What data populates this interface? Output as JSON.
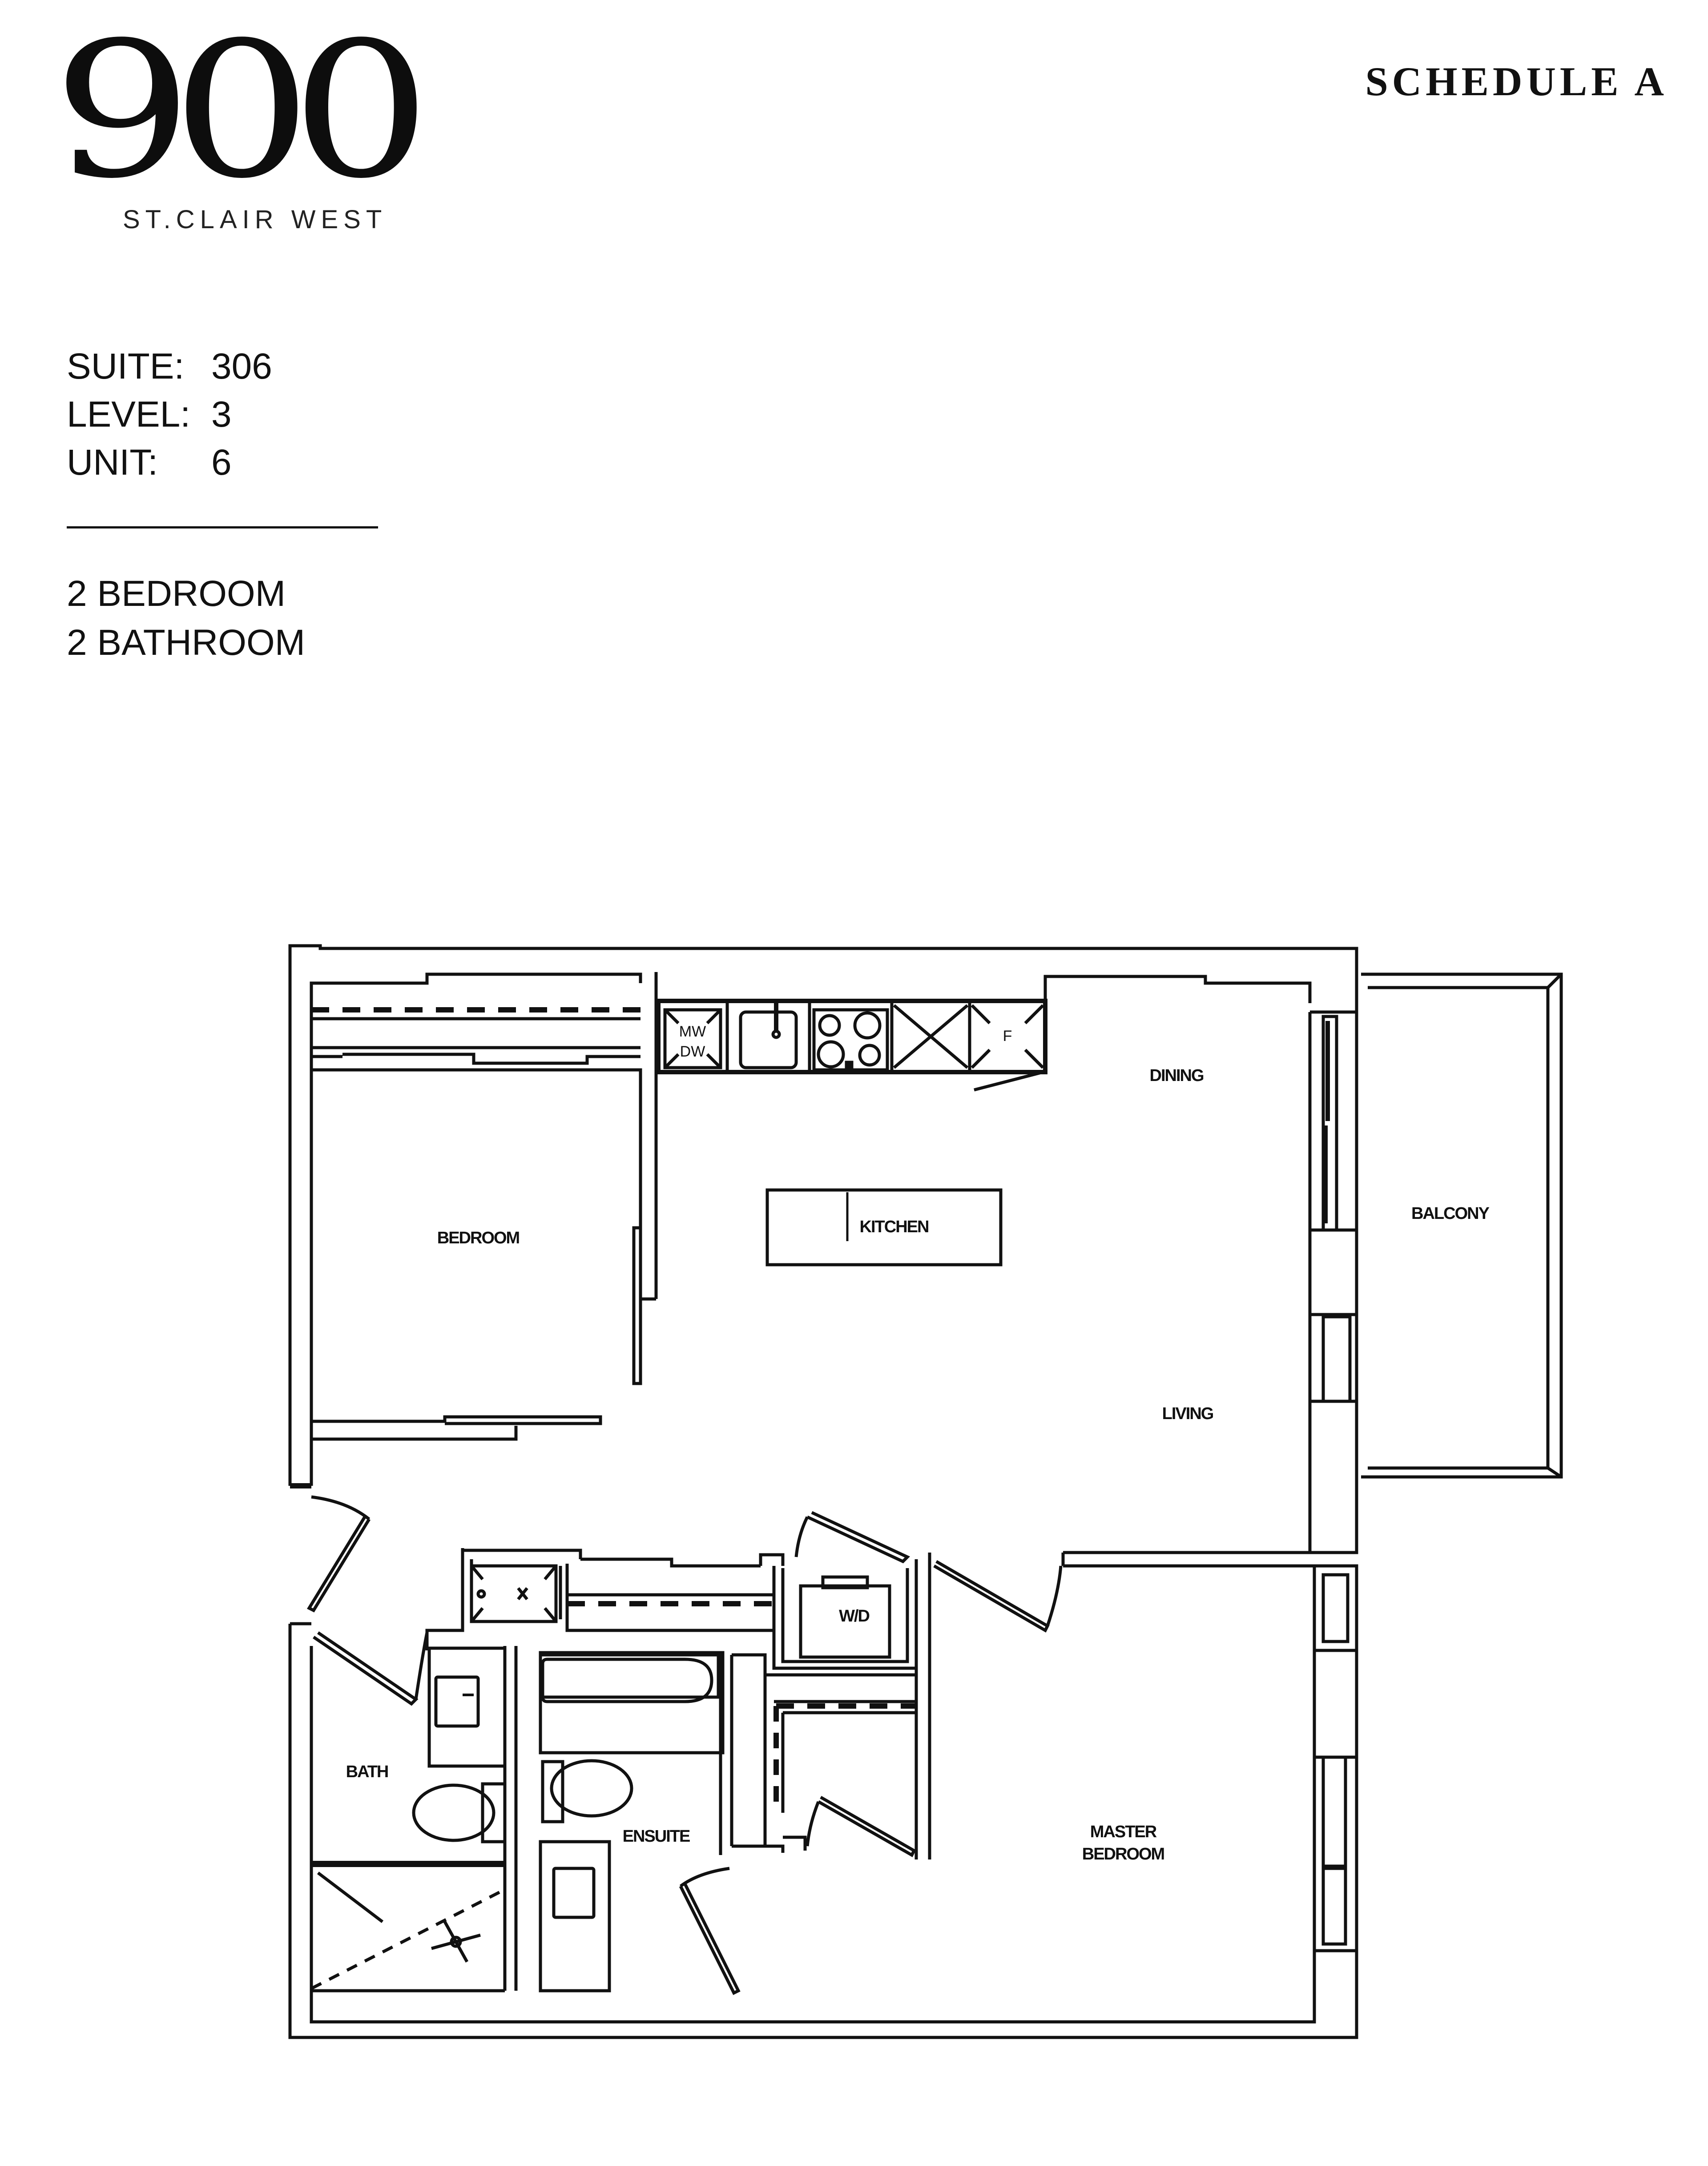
{
  "header": {
    "logo_number": "900",
    "logo_subtitle": "ST.CLAIR WEST",
    "schedule_label": "SCHEDULE A"
  },
  "unit_specs": [
    {
      "key": "SUITE:",
      "value": "306"
    },
    {
      "key": "LEVEL:",
      "value": "3"
    },
    {
      "key": "UNIT:",
      "value": "6"
    }
  ],
  "unit_counts": {
    "bedrooms": "2 BEDROOM",
    "bathrooms": "2 BATHROOM"
  },
  "floor_plan": {
    "rooms": {
      "bedroom": "BEDROOM",
      "kitchen": "KITCHEN",
      "dining": "DINING",
      "living": "LIVING",
      "balcony": "BALCONY",
      "bath": "BATH",
      "ensuite": "ENSUITE",
      "laundry": "W/D",
      "master_line1": "MASTER",
      "master_line2": "BEDROOM"
    },
    "appliances": {
      "microwave": "MW",
      "dishwasher": "DW",
      "fridge": "F"
    },
    "line_color": "#111111",
    "background": "#ffffff"
  }
}
